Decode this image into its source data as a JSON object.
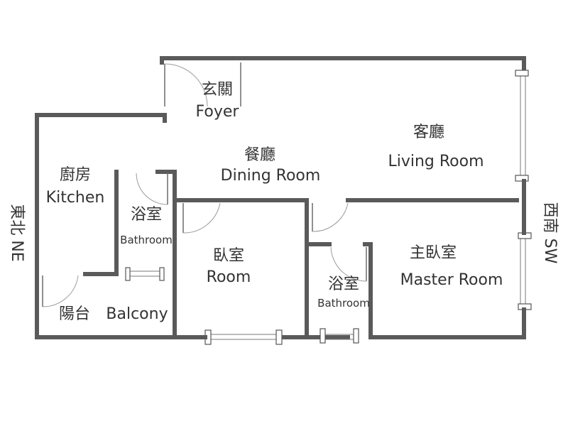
{
  "rooms": {
    "foyer": {
      "zh": "玄關",
      "en": "Foyer"
    },
    "living": {
      "zh": "客廳",
      "en": "Living Room"
    },
    "dining": {
      "zh": "餐廳",
      "en": "Dining Room"
    },
    "kitchen": {
      "zh": "廚房",
      "en": "Kitchen"
    },
    "bath1": {
      "zh": "浴室",
      "en": "Bathroom"
    },
    "room": {
      "zh": "臥室",
      "en": "Room"
    },
    "bath2": {
      "zh": "浴室",
      "en": "Bathroom"
    },
    "master": {
      "zh": "主臥室",
      "en": "Master Room"
    },
    "balcony": {
      "zh": "陽台",
      "en": "Balcony"
    }
  },
  "orientation": {
    "left": "東北 NE",
    "right": "西南 SW"
  },
  "colors": {
    "wall": "#5a5a5a",
    "text": "#333333",
    "background": "#ffffff"
  }
}
